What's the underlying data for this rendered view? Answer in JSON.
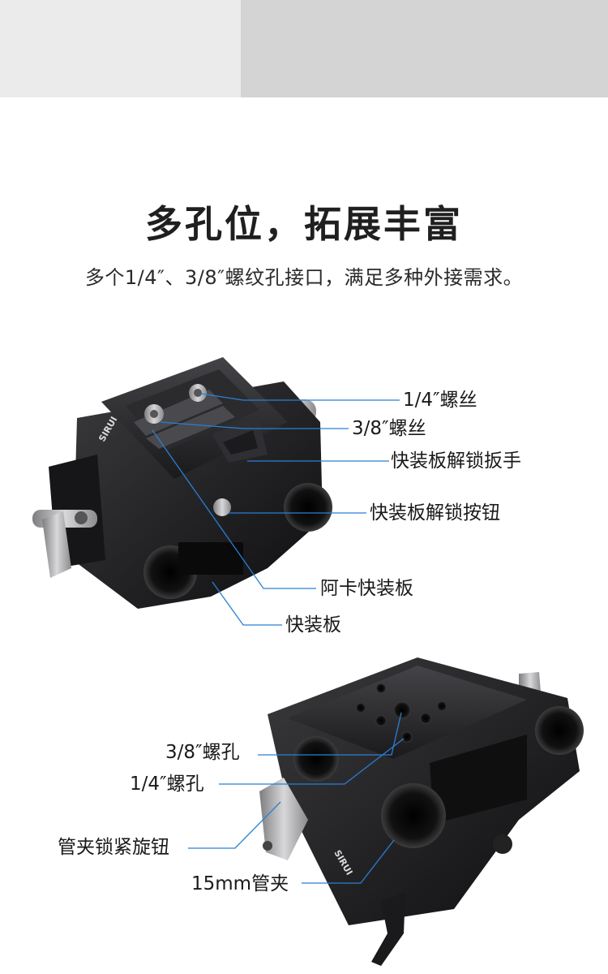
{
  "heading": {
    "title": "多孔位，拓展丰富",
    "subtitle": "多个1/4″、3/8″螺纹孔接口，满足多种外接需求。"
  },
  "top_product": {
    "brand": "SIRUI",
    "callouts": [
      {
        "id": "screw-1-4",
        "label": "1/4″螺丝"
      },
      {
        "id": "screw-3-8",
        "label": "3/8″螺丝"
      },
      {
        "id": "release-lever",
        "label": "快装板解锁扳手"
      },
      {
        "id": "release-button",
        "label": "快装板解锁按钮"
      },
      {
        "id": "arca-plate",
        "label": "阿卡快装板"
      },
      {
        "id": "quick-plate",
        "label": "快装板"
      }
    ]
  },
  "bottom_product": {
    "brand": "SIRUI",
    "callouts": [
      {
        "id": "hole-3-8",
        "label": "3/8″螺孔"
      },
      {
        "id": "hole-1-4",
        "label": "1/4″螺孔"
      },
      {
        "id": "clamp-knob",
        "label": "管夹锁紧旋钮"
      },
      {
        "id": "rod-clamp",
        "label": "15mm管夹"
      }
    ]
  },
  "colors": {
    "leader_line": "#2a7fd4",
    "body": "#1c1c1e",
    "accent_gray": "#9a9a9a"
  }
}
